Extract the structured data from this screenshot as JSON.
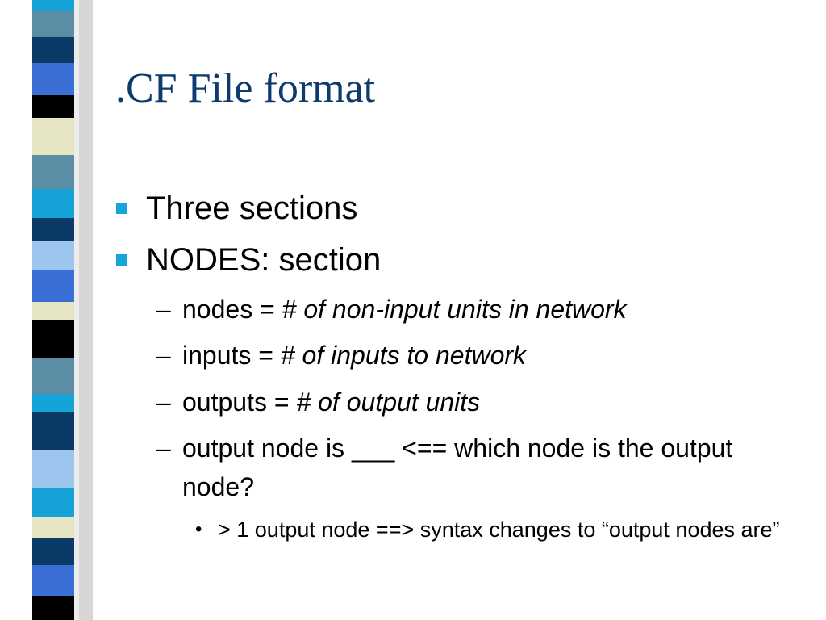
{
  "slide": {
    "title": ".CF File format",
    "bullets": [
      {
        "text": "Three sections"
      },
      {
        "text": "NODES:  section"
      }
    ],
    "sub_bullets": [
      {
        "marker": "–",
        "prefix": "nodes = ",
        "italic": "# of non-input units in network"
      },
      {
        "marker": "–",
        "prefix": "inputs = ",
        "italic": "# of inputs to network"
      },
      {
        "marker": "–",
        "prefix": "outputs = ",
        "italic": "# of output units"
      },
      {
        "marker": "–",
        "prefix": "output node is ___  <== which node is the output node?",
        "italic": ""
      }
    ],
    "sub_sub_bullets": [
      {
        "marker": "•",
        "text": "> 1 output node ==> syntax changes to “output nodes are”"
      }
    ],
    "colors": {
      "title": "#0d3b6e",
      "bullet": "#16a3d8",
      "strip": [
        "#0b3a67",
        "#3a6fd6",
        "#5b8ea5",
        "#16a3d8",
        "#9cc6ee",
        "#000000",
        "#e6e6c2"
      ]
    }
  }
}
